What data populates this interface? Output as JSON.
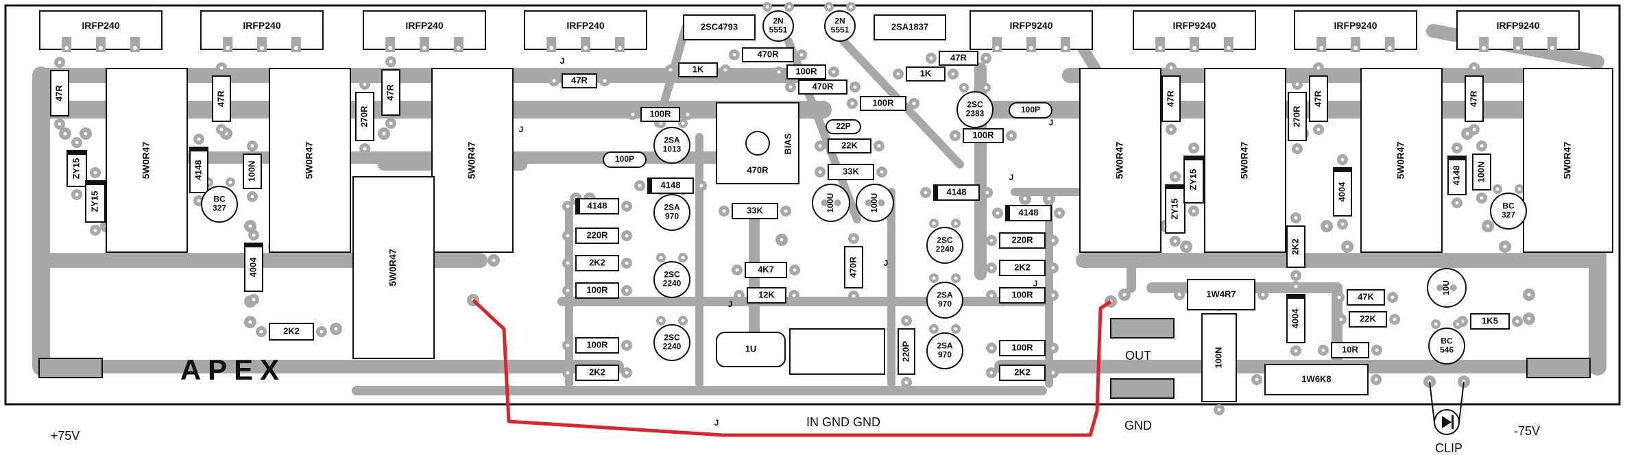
{
  "board": {
    "logo": "APEX",
    "trace_color": "#a8a8a8",
    "wire_color": "#d9252b",
    "outline_color": "#111111"
  },
  "terminals": {
    "plus": "+75V",
    "minus": "-75V",
    "out": "OUT",
    "gnd": "GND",
    "clip": "CLIP",
    "input": "IN  GND GND"
  },
  "transistors": {
    "irfp240": "IRFP240",
    "irfp9240": "IRFP9240",
    "q_2sc4793": "2SC4793",
    "q_2n5551": "2N\n5551",
    "q_2sa1837": "2SA1837",
    "q_2sa1013": "2SA\n1013",
    "q_2sa970": "2SA\n970",
    "q_2sc2240": "2SC\n2240",
    "q_2sc2383": "2SC\n2383",
    "q_bc327": "BC\n327",
    "q_bc546": "BC\n546"
  },
  "resistors": {
    "r47": "47R",
    "r270": "270R",
    "r5w047": "5W0R47",
    "r100": "100R",
    "r220": "220R",
    "r2k2": "2K2",
    "r1k": "1K",
    "r470": "470R",
    "r22k": "22K",
    "r33k": "33K",
    "r4k7": "4K7",
    "r12k": "12K",
    "r47k": "47K",
    "r10": "10R",
    "r1k5": "1K5",
    "r1w4r7": "1W4R7",
    "r1w6k8": "1W6K8"
  },
  "capacitors": {
    "c100p": "100P",
    "c22p": "22P",
    "c220p": "220P",
    "c100u": "100U",
    "c1u": "1U",
    "c10u": "10U",
    "c100n": "100N"
  },
  "diodes": {
    "d4148": "4148",
    "d4004": "4004",
    "zy15": "ZY15"
  },
  "misc": {
    "bias": "BIAS",
    "jumper": "J"
  }
}
